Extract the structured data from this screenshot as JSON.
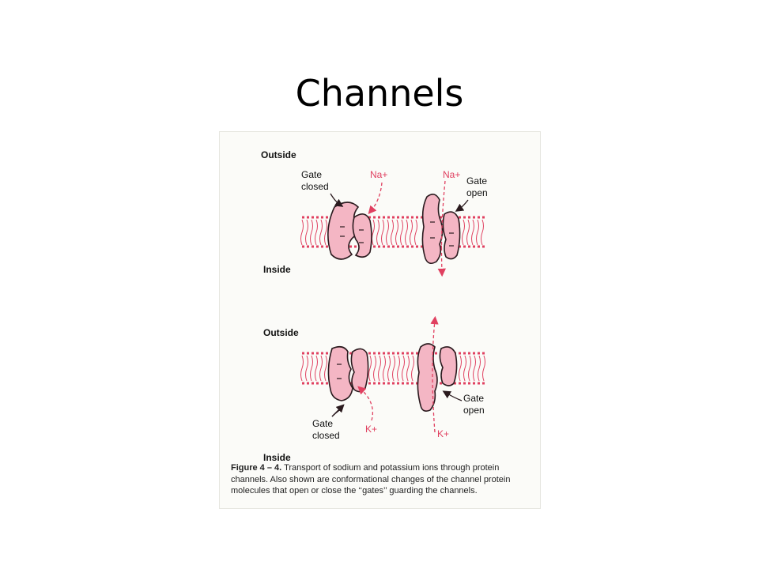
{
  "slide": {
    "title": "Channels"
  },
  "figure": {
    "top_panel": {
      "outside_label": "Outside",
      "inside_label": "Inside",
      "gate_closed_label": [
        "Gate",
        "closed"
      ],
      "gate_open_label": [
        "Gate",
        "open"
      ],
      "ion_left": "Na+",
      "ion_right": "Na+"
    },
    "bottom_panel": {
      "outside_label": "Outside",
      "inside_label": "Inside",
      "gate_closed_label": [
        "Gate",
        "closed"
      ],
      "gate_open_label": [
        "Gate",
        "open"
      ],
      "ion_left": "K+",
      "ion_right": "K+"
    },
    "caption": {
      "number": "Figure 4 – 4.",
      "text": "Transport of sodium and potassium ions through protein channels. Also shown are conformational changes of the channel protein molecules that open or close the ‘‘gates’’ guarding the channels."
    }
  },
  "colors": {
    "membrane": "#e04060",
    "protein_fill": "#f4b6c4",
    "outline": "#2a1a1e",
    "arrow": "#e04060"
  }
}
